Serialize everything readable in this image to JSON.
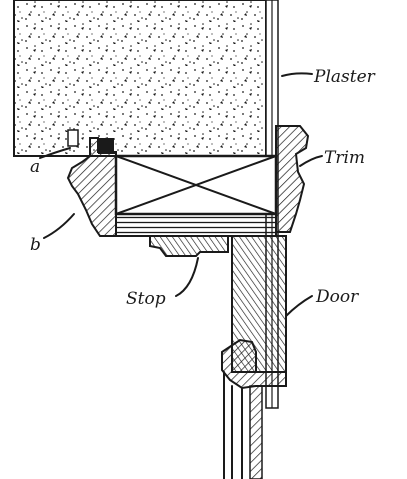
{
  "diagram": {
    "labels": {
      "plaster": "Plaster",
      "trim": "Trim",
      "a": "a",
      "b": "b",
      "stop": "Stop",
      "door": "Door"
    },
    "colors": {
      "ink": "#1a1a1a",
      "paper": "#ffffff"
    }
  }
}
